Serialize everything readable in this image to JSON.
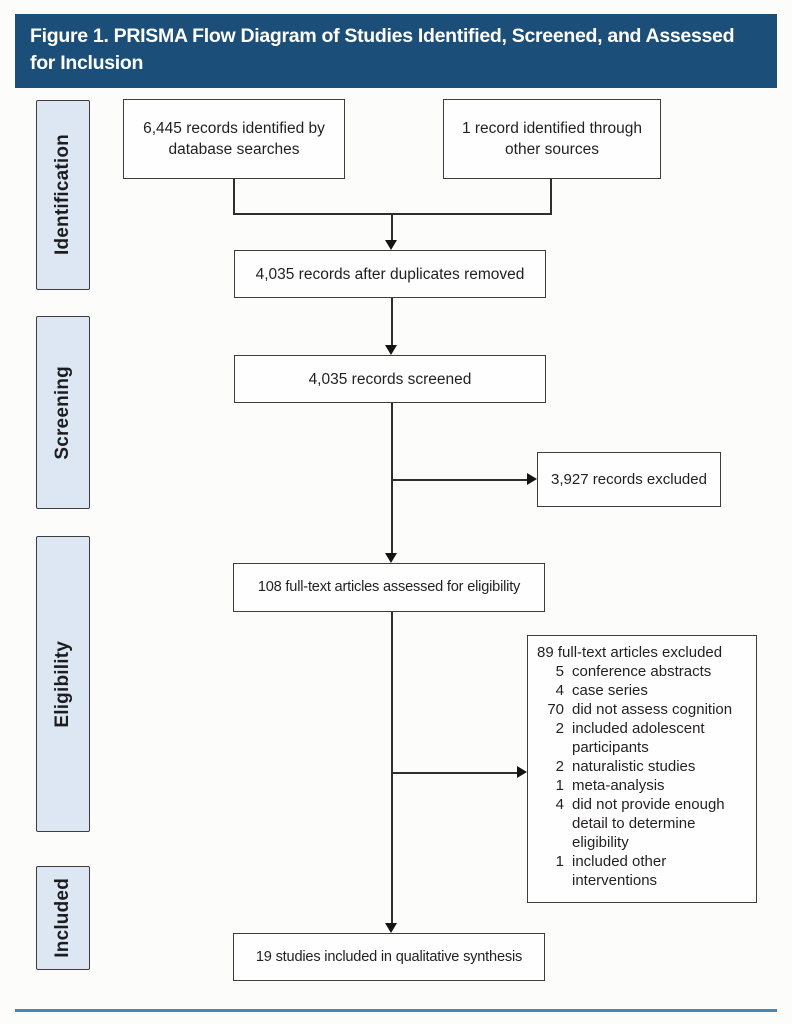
{
  "title": {
    "line1": "Figure 1. PRISMA Flow Diagram of Studies Identified, Screened, and Assessed",
    "line2": "for Inclusion"
  },
  "stages": [
    "Identification",
    "Screening",
    "Eligibility",
    "Included"
  ],
  "boxes": {
    "db_search": "6,445 records identified by database searches",
    "other_sources": "1 record identified through other sources",
    "after_duplicates": "4,035 records after duplicates removed",
    "screened": "4,035 records screened",
    "records_excluded": "3,927 records excluded",
    "fulltext_assessed": "108 full-text articles assessed for eligibility",
    "fulltext_excluded": {
      "header": "89 full-text articles excluded",
      "items": [
        {
          "n": "5",
          "label": "conference abstracts"
        },
        {
          "n": "4",
          "label": "case series"
        },
        {
          "n": "70",
          "label": "did not assess cognition"
        },
        {
          "n": "2",
          "label": "included adolescent participants"
        },
        {
          "n": "2",
          "label": "naturalistic studies"
        },
        {
          "n": "1",
          "label": "meta-analysis"
        },
        {
          "n": "4",
          "label": "did not provide enough detail to determine eligibility"
        },
        {
          "n": "1",
          "label": "included other interventions"
        }
      ]
    },
    "included_synthesis": "19 studies included in qualitative synthesis"
  },
  "colors": {
    "title_bar": "#1b4e79",
    "title_text": "#ffffff",
    "stage_fill": "#dde7f3",
    "box_border": "#3d3d3d",
    "text": "#231f20",
    "bottom_rule": "#4787b3"
  }
}
